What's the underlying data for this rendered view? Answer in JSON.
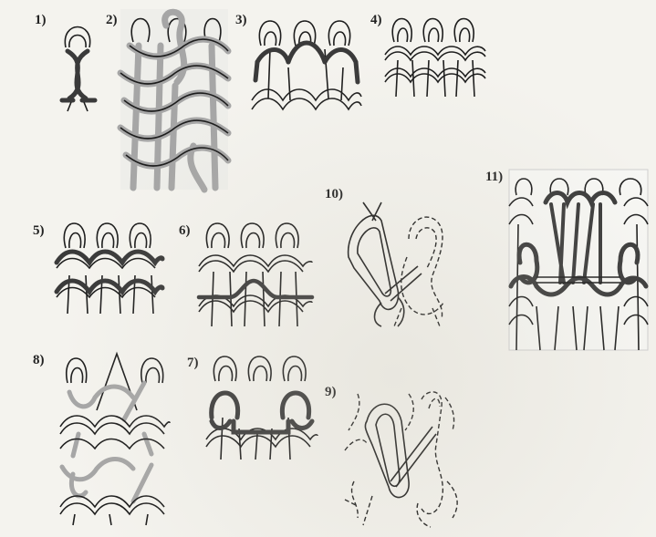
{
  "labels": {
    "l1": "1)",
    "l2": "2)",
    "l3": "3)",
    "l4": "4)",
    "l5": "5)",
    "l6": "6)",
    "l7": "7)",
    "l8": "8)",
    "l9": "9)",
    "l10": "10)",
    "l11": "11)"
  },
  "colors": {
    "paper": "#f4f3ee",
    "yarn_outline": "#1d1d1d",
    "highlight_dark": "#3a3a3a",
    "highlight_grey": "#a6a6a6"
  }
}
